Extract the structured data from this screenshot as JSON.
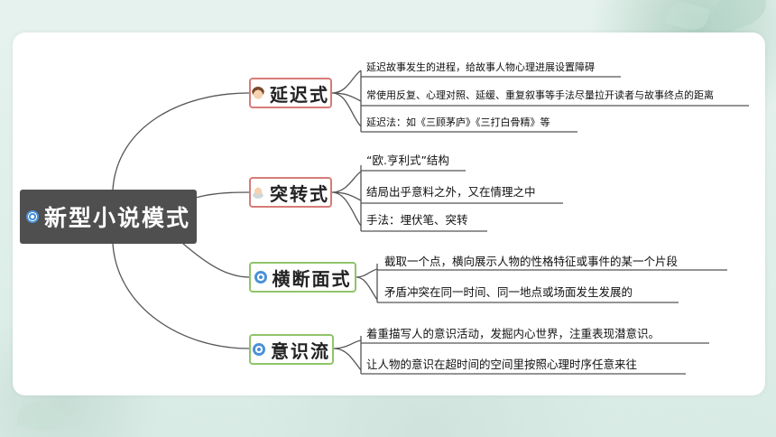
{
  "root": {
    "label": "新型小说模式"
  },
  "branches": [
    {
      "label": "延迟式",
      "icon": "boy-face-icon",
      "items": [
        "延迟故事发生的进程，给故事人物心理进展设置障碍",
        "常使用反复、心理对照、延缓、重复叙事等手法尽量拉开读者与故事终点的距离",
        "延迟法：如《三顾茅庐》《三打白骨精》等"
      ]
    },
    {
      "label": "突转式",
      "icon": "doctor-icon",
      "items": [
        "“欧.亨利式”结构",
        "结局出乎意料之外，又在情理之中",
        "手法：埋伏笔、突转"
      ]
    },
    {
      "label": "横断面式",
      "icon": "target-icon",
      "items": [
        "截取一个点，横向展示人物的性格特征或事件的某一个片段",
        "矛盾冲突在同一时间、同一地点或场面发生发展的"
      ]
    },
    {
      "label": "意识流",
      "icon": "target-icon",
      "items": [
        "着重描写人的意识活动，发掘内心世界，注重表现潜意识。",
        "让人物的意识在超时间的空间里按照心理时序任意来往"
      ]
    }
  ],
  "colors": {
    "branch_red": "#d77b78",
    "branch_green": "#8fc46a",
    "root_bg": "#4f4f4f",
    "connector": "#555555"
  }
}
